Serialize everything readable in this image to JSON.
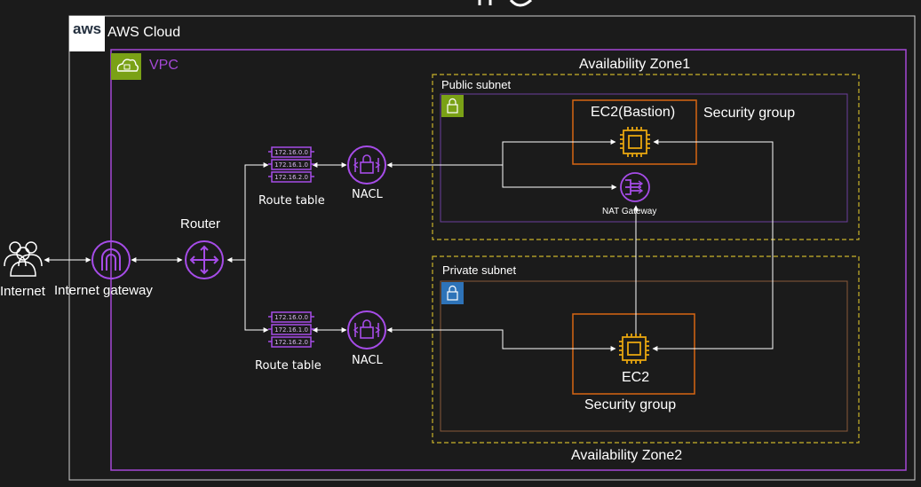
{
  "cloud": {
    "logo_text": "aws",
    "label": "AWS Cloud"
  },
  "vpc": {
    "label": "VPC"
  },
  "az1": {
    "label": "Availability Zone1"
  },
  "az2": {
    "label": "Availability Zone2"
  },
  "public_subnet": {
    "label": "Public subnet"
  },
  "private_subnet": {
    "label": "Private subnet"
  },
  "bastion": {
    "label": "EC2(Bastion)",
    "sg_label": "Security group"
  },
  "ec2": {
    "label": "EC2",
    "sg_label": "Security group"
  },
  "nat": {
    "label": "NAT Gateway"
  },
  "router": {
    "label": "Router"
  },
  "igw": {
    "label": "Internet gateway"
  },
  "internet": {
    "label": "Internet"
  },
  "route_table_public": {
    "label": "Route table",
    "entries": [
      "172.16.0.0",
      "172.16.1.0",
      "172.16.2.0"
    ]
  },
  "route_table_private": {
    "label": "Route table",
    "entries": [
      "172.16.0.0",
      "172.16.1.0",
      "172.16.2.0"
    ]
  },
  "nacl_public": {
    "label": "NACL"
  },
  "nacl_private": {
    "label": "NACL"
  },
  "colors": {
    "background": "#1b1b1b",
    "vpc": "#a548d6",
    "subnet_public": "#7aa116",
    "subnet_private": "#2e73b8",
    "security_group": "#d86613",
    "ec2": "#e7a50f",
    "az_border": "#c9b32a",
    "network_icon": "#a64ce8"
  }
}
